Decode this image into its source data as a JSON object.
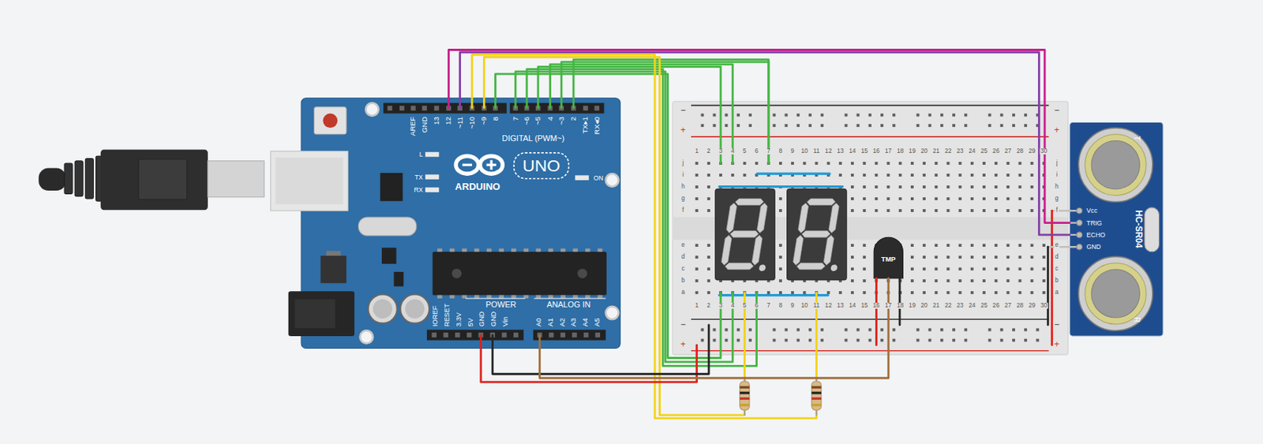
{
  "diagram": {
    "nodes": [
      {
        "text": [
          "ARDUINO",
          "UNO"
        ]
      },
      {
        "text": [
          "HC-SR04"
        ]
      },
      {
        "text": [
          "TMP"
        ]
      }
    ],
    "edges": [
      {
        "from": 0,
        "to": 1,
        "arrow": "none"
      },
      {
        "from": 0,
        "to": 1,
        "arrow": "none"
      },
      {
        "from": 0,
        "to": 2,
        "arrow": "none"
      }
    ],
    "labels": [
      "AREF",
      "GND",
      "13",
      "12",
      "~11",
      "~10",
      "~9",
      "8",
      "7",
      "~6",
      "~5",
      "4",
      "~3",
      "2",
      "TX▸1",
      "RX◂0",
      "DIGITAL (PWM~)",
      "L",
      "TX",
      "RX",
      "ON",
      "IOREF",
      "RESET",
      "3.3V",
      "5V",
      "GND",
      "GND",
      "Vin",
      "POWER",
      "ANALOG IN",
      "A0",
      "A1",
      "A2",
      "A3",
      "A4",
      "A5",
      "−",
      "+",
      "−",
      "+",
      "1",
      "2",
      "3",
      "4",
      "5",
      "6",
      "7",
      "8",
      "9",
      "10",
      "11",
      "12",
      "13",
      "14",
      "15",
      "16",
      "17",
      "18",
      "19",
      "20",
      "21",
      "22",
      "23",
      "24",
      "25",
      "26",
      "27",
      "28",
      "29",
      "30",
      "j",
      "i",
      "h",
      "g",
      "f",
      "j",
      "i",
      "h",
      "g",
      "f",
      "e",
      "d",
      "c",
      "b",
      "a",
      "e",
      "d",
      "c",
      "b",
      "a",
      "1",
      "2",
      "3",
      "4",
      "5",
      "6",
      "7",
      "8",
      "9",
      "10",
      "11",
      "12",
      "13",
      "14",
      "15",
      "16",
      "17",
      "18",
      "19",
      "20",
      "21",
      "22",
      "23",
      "24",
      "25",
      "26",
      "27",
      "28",
      "29",
      "30",
      "−",
      "+",
      "−",
      "+",
      "Vcc",
      "TRIG",
      "ECHO",
      "GND",
      "T",
      "R"
    ]
  }
}
